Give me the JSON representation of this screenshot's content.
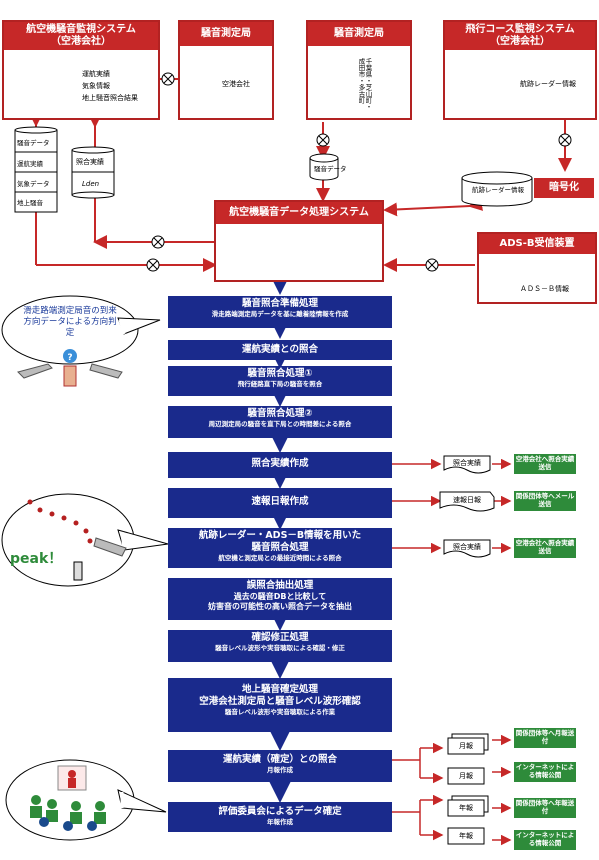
{
  "top": {
    "airport_system": {
      "title": "航空機騒音監視システム",
      "subtitle": "（空港会社）",
      "labels": [
        "運航実績",
        "気象情報",
        "地上騒音照合結果"
      ]
    },
    "station1": {
      "title": "騒音測定局",
      "label": "空港会社"
    },
    "station2": {
      "title": "騒音測定局",
      "label": "千葉県・芝山町・成田市・多古町"
    },
    "flight_system": {
      "title": "飛行コース監視システム",
      "subtitle": "（空港会社）",
      "label": "航跡レーダー情報"
    }
  },
  "stack_left": [
    "騒音データ",
    "運航実績",
    "気象データ",
    "地上騒音"
  ],
  "stack_mid": [
    "照合実績",
    "Lden"
  ],
  "noise_data_cylinder": "騒音データ",
  "radar_cylinder": "航跡レーダー情報",
  "encryption": "暗号化",
  "processing_system": "航空機騒音データ処理システム",
  "adsb": {
    "title": "ADS-B受信装置",
    "label": "ＡＤＳ－Ｂ情報"
  },
  "bubble1": "滑走路端測定局音の到来方向データによる方向判定",
  "bubble2": "peak！",
  "steps": [
    {
      "main": "騒音照合準備処理",
      "sub": "滑走路端測定局データを基に離着陸情報を作成"
    },
    {
      "main": "運航実績との照合",
      "sub": ""
    },
    {
      "main": "騒音照合処理①",
      "sub": "飛行経路直下局の騒音を照合"
    },
    {
      "main": "騒音照合処理②",
      "sub": "周辺測定局の騒音を直下局との時間差による照合"
    },
    {
      "main": "照合実績作成",
      "sub": ""
    },
    {
      "main": "速報日報作成",
      "sub": ""
    },
    {
      "main": "航跡レーダー・ADS－B情報を用いた",
      "main2": "騒音照合処理",
      "sub": "航空機と測定局との最接近時間による照合"
    },
    {
      "main": "誤照合抽出処理",
      "main2": "過去の騒音DBと比較して",
      "sub": "妨害音の可能性の高い照合データを抽出"
    },
    {
      "main": "確認修正処理",
      "sub": "騒音レベル波形や実音聴取による確認・修正"
    },
    {
      "main": "地上騒音確定処理",
      "main2": "空港会社測定局と騒音レベル波形確認",
      "sub": "騒音レベル波形や実音聴取による作業"
    },
    {
      "main": "運航実績（確定）との照合",
      "sub": "月報作成"
    },
    {
      "main": "評価委員会によるデータ確定",
      "sub": "年報作成"
    }
  ],
  "outputs": {
    "r1_doc": "照合実績",
    "r1_green": "空港会社へ照合実績送信",
    "r2_doc": "速報日報",
    "r2_green": "関係団体等へメール送信",
    "r3_doc": "照合実績",
    "r3_green": "空港会社へ照合実績送信",
    "monthly_doc1": "月報",
    "monthly_doc2": "月報",
    "monthly_green1": "関係団体等へ月報送付",
    "monthly_green2": "インターネットによる情報公開",
    "annual_doc1": "年報",
    "annual_doc2": "年報",
    "annual_green1": "関係団体等へ年報送付",
    "annual_green2": "インターネットによる情報公開"
  },
  "colors": {
    "red": "#c62828",
    "navy": "#1a2a8c",
    "green": "#2e8b3a"
  }
}
